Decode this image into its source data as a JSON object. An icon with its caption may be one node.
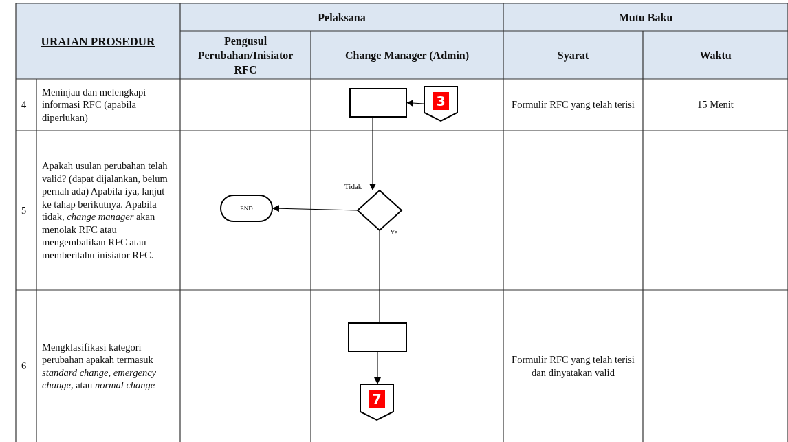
{
  "diagram": {
    "nodes": [
      {
        "text": [],
        "shape": "box"
      },
      {
        "text": [
          "3"
        ]
      },
      {
        "text": [],
        "shape": "diamond"
      },
      {
        "text": [
          "END"
        ]
      },
      {
        "text": [],
        "shape": "box"
      },
      {
        "text": [
          "7"
        ]
      }
    ],
    "edges": [
      {
        "from": 1,
        "to": 0,
        "arrow": "to"
      },
      {
        "from": 0,
        "to": 2,
        "arrow": "to"
      },
      {
        "from": 2,
        "to": 3,
        "arrow": "to",
        "label": "Tidak"
      },
      {
        "from": 2,
        "to": 4,
        "arrow": "none",
        "label": "Ya"
      },
      {
        "from": 4,
        "to": 5,
        "arrow": "to"
      }
    ],
    "labels": [
      "URAIAN PROSEDUR",
      "Pelaksana",
      "Mutu Baku",
      "Pengusul Perubahan/Inisiator RFC",
      "Change Manager (Admin)",
      "Syarat",
      "Waktu",
      "4",
      "Meninjau dan melengkapi informasi RFC (apabila diperlukan)",
      "Formulir RFC yang telah terisi",
      "15 Menit",
      "5",
      "Apakah usulan perubahan telah valid? (dapat dijalankan, belum pernah ada) Apabila iya, lanjut ke tahap berikutnya. Apabila tidak, *change manager* akan menolak RFC atau mengembalikan RFC atau memberitahu inisiator RFC.",
      "6",
      "Mengklasifikasi kategori perubahan apakah termasuk *standard change*, *emergency change*, atau *normal change*",
      "Formulir RFC yang telah terisi dan dinyatakan valid"
    ]
  }
}
